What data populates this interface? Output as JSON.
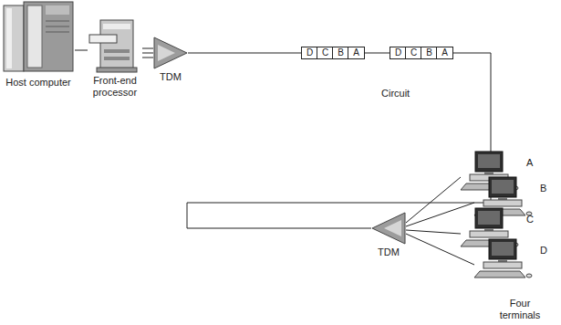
{
  "diagram": {
    "nodes": [
      {
        "text": [
          "Host computer"
        ]
      },
      {
        "text": [
          "Front-end processor"
        ]
      },
      {
        "text": [
          "TDM"
        ]
      },
      {
        "text": [
          "D"
        ]
      },
      {
        "text": [
          "C"
        ]
      },
      {
        "text": [
          "B"
        ]
      },
      {
        "text": [
          "A"
        ]
      },
      {
        "text": [
          "D"
        ]
      },
      {
        "text": [
          "C"
        ]
      },
      {
        "text": [
          "B"
        ]
      },
      {
        "text": [
          "A"
        ]
      },
      {
        "text": [
          "TDM"
        ]
      },
      {
        "text": [
          "A"
        ]
      },
      {
        "text": [
          "B"
        ]
      },
      {
        "text": [
          "C"
        ]
      },
      {
        "text": [
          "D"
        ]
      }
    ],
    "edges": [
      {
        "from": 0,
        "to": 1,
        "arrow": "none"
      },
      {
        "from": 1,
        "to": 2,
        "arrow": "none"
      },
      {
        "from": 2,
        "to": 11,
        "label": "Circuit",
        "arrow": "none"
      },
      {
        "from": 11,
        "to": 12,
        "arrow": "none"
      },
      {
        "from": 11,
        "to": 13,
        "arrow": "none"
      },
      {
        "from": 11,
        "to": 14,
        "arrow": "none"
      },
      {
        "from": 11,
        "to": 15,
        "arrow": "none"
      }
    ],
    "labels": [
      "Four terminals"
    ]
  }
}
